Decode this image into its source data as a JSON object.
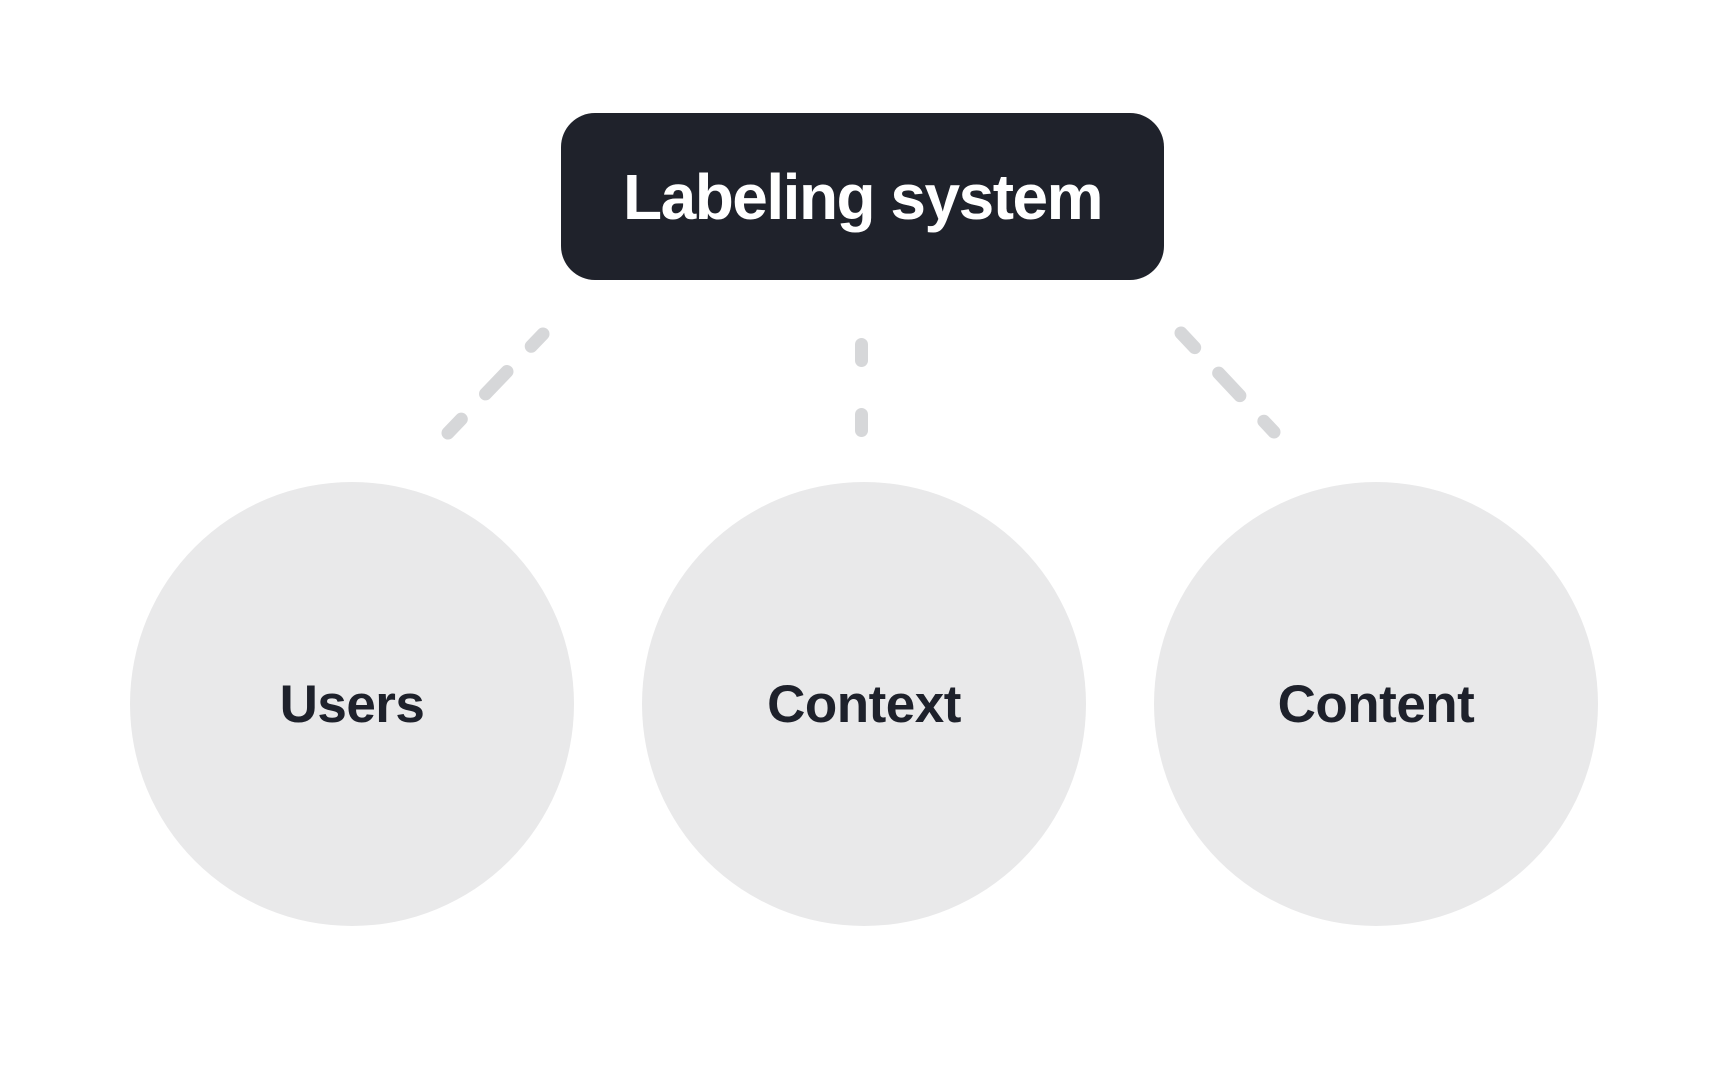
{
  "diagram": {
    "root": {
      "label": "Labeling system"
    },
    "children": [
      {
        "label": "Users"
      },
      {
        "label": "Context"
      },
      {
        "label": "Content"
      }
    ]
  },
  "colors": {
    "background": "#ffffff",
    "root_box_fill": "#1f222b",
    "root_box_text": "#ffffff",
    "circle_fill": "#e9e9ea",
    "circle_text": "#1e212b",
    "connector": "#d6d7d9"
  }
}
